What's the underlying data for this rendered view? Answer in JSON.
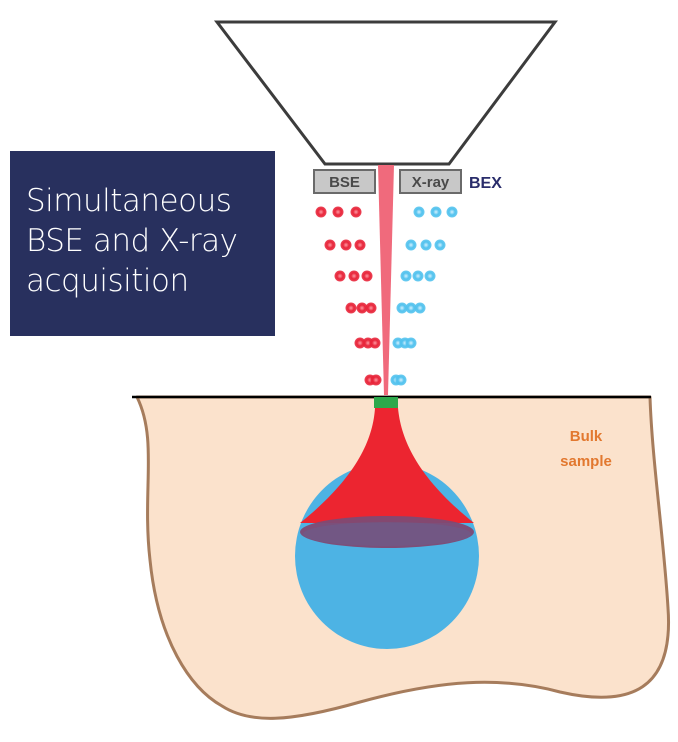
{
  "info_box": {
    "lines": [
      "Simultaneous",
      "BSE and X-ray",
      "acquisition"
    ]
  },
  "detectors": {
    "bse_label": "BSE",
    "xray_label": "X-ray",
    "system_label": "BEX"
  },
  "sample": {
    "label_line1": "Bulk",
    "label_line2": "sample"
  },
  "colors": {
    "panel_bg": "#28305e",
    "beam": "#f06a7c",
    "bse_particles": "#e8253a",
    "xray_particles": "#52c2ee",
    "interaction_red": "#ec2530",
    "interaction_blue": "#4db3e4",
    "sample_fill": "#fbe2cc",
    "sample_outline": "#a67c5c",
    "spot": "#2ca84b",
    "bex_text": "#2a2d6b",
    "sample_text": "#e2782f"
  },
  "icons": {
    "pole_piece": "trapezoid-pole-piece-icon",
    "bse_particle": "red-dot-icon",
    "xray_particle": "blue-dot-icon"
  }
}
